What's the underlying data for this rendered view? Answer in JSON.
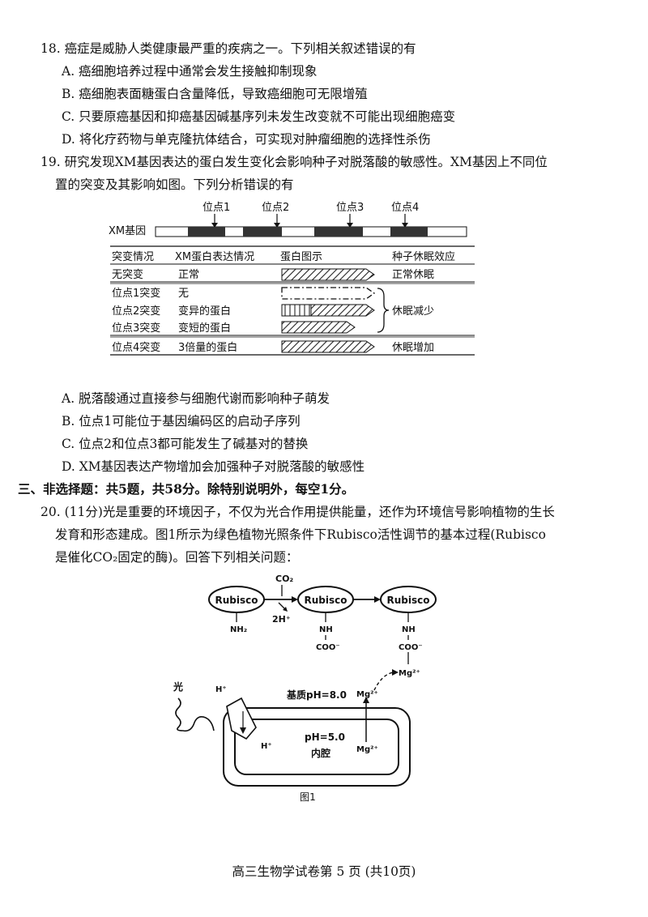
{
  "q18": {
    "stem": "18. 癌症是威胁人类健康最严重的疾病之一。下列相关叙述错误的有",
    "options": [
      "A. 癌细胞培养过程中通常会发生接触抑制现象",
      "B. 癌细胞表面糖蛋白含量降低，导致癌细胞可无限增殖",
      "C. 只要原癌基因和抑癌基因碱基序列未发生改变就不可能出现细胞癌变",
      "D. 将化疗药物与单克隆抗体结合，可实现对肿瘤细胞的选择性杀伤"
    ]
  },
  "q19": {
    "stem_line1": "19. 研究发现XM基因表达的蛋白发生变化会影响种子对脱落酸的敏感性。XM基因上不同位",
    "stem_line2": "置的突变及其影响如图。下列分析错误的有",
    "figure": {
      "gene_label": "XM基因",
      "sites": [
        "位点1",
        "位点2",
        "位点3",
        "位点4"
      ],
      "headers": [
        "突变情况",
        "XM蛋白表达情况",
        "蛋白图示",
        "种子休眠效应"
      ],
      "rows": [
        {
          "mutation": "无突变",
          "expression": "正常",
          "effect": "正常休眠"
        },
        {
          "mutation": "位点1突变",
          "expression": "无",
          "effect": ""
        },
        {
          "mutation": "位点2突变",
          "expression": "变异的蛋白",
          "effect": "休眠减少"
        },
        {
          "mutation": "位点3突变",
          "expression": "变短的蛋白",
          "effect": ""
        },
        {
          "mutation": "位点4突变",
          "expression": "3倍量的蛋白",
          "effect": "休眠增加"
        }
      ]
    },
    "options": [
      "A. 脱落酸通过直接参与细胞代谢而影响种子萌发",
      "B. 位点1可能位于基因编码区的启动子序列",
      "C. 位点2和位点3都可能发生了碱基对的替换",
      "D. XM基因表达产物增加会加强种子对脱落酸的敏感性"
    ]
  },
  "section3": "三、非选择题：共5题，共58分。除特别说明外，每空1分。",
  "q20": {
    "line1": "20. (11分)光是重要的环境因子，不仅为光合作用提供能量，还作为环境信号影响植物的生长",
    "line2": "发育和形态建成。图1所示为绿色植物光照条件下Rubisco活性调节的基本过程(Rubisco",
    "line3": "是催化CO₂固定的酶)。回答下列相关问题：",
    "figure": {
      "rubisco": "Rubisco",
      "co2": "CO₂",
      "h2": "2H⁺",
      "nh2": "NH₂",
      "nh": "NH",
      "coo": "COO⁻",
      "mg": "Mg²⁺",
      "light": "光",
      "h": "H⁺",
      "stroma": "基质pH=8.0",
      "lumen_ph": "pH=5.0",
      "lumen": "内腔",
      "caption": "图1"
    }
  },
  "footer": "高三生物学试卷第 5 页 (共10页)"
}
